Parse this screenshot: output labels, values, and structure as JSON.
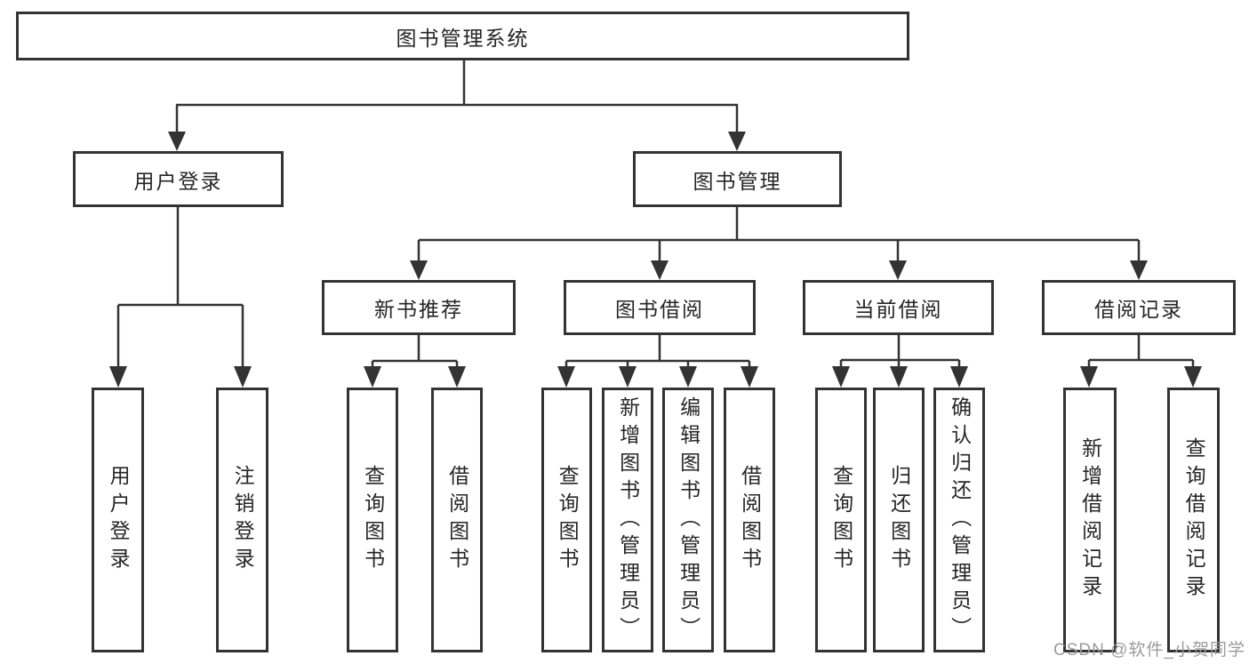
{
  "diagram_title": "图书管理系统",
  "nodes": {
    "root": {
      "label": "图书管理系统"
    },
    "user_login": {
      "label": "用户登录"
    },
    "book_mgmt": {
      "label": "图书管理"
    },
    "new_book_rec": {
      "label": "新书推荐"
    },
    "book_borrow": {
      "label": "图书借阅"
    },
    "current_borrow": {
      "label": "当前借阅"
    },
    "borrow_records": {
      "label": "借阅记录"
    },
    "leaf_user_login": {
      "label": "用户登录"
    },
    "leaf_logout": {
      "label": "注销登录"
    },
    "leaf_query_book_1": {
      "label": "查询图书"
    },
    "leaf_borrow_book_1": {
      "label": "借阅图书"
    },
    "leaf_query_book_2": {
      "label": "查询图书"
    },
    "leaf_add_book": {
      "label": "新增图书（管理员）"
    },
    "leaf_edit_book": {
      "label": "编辑图书（管理员）"
    },
    "leaf_borrow_book_2": {
      "label": "借阅图书"
    },
    "leaf_query_book_3": {
      "label": "查询图书"
    },
    "leaf_return_book": {
      "label": "归还图书"
    },
    "leaf_confirm_return": {
      "label": "确认归还（管理员）"
    },
    "leaf_add_record": {
      "label": "新增借阅记录"
    },
    "leaf_query_record": {
      "label": "查询借阅记录"
    }
  },
  "tree": {
    "label": "图书管理系统",
    "children": [
      {
        "label": "用户登录",
        "children": [
          {
            "label": "用户登录"
          },
          {
            "label": "注销登录"
          }
        ]
      },
      {
        "label": "图书管理",
        "children": [
          {
            "label": "新书推荐",
            "children": [
              {
                "label": "查询图书"
              },
              {
                "label": "借阅图书"
              }
            ]
          },
          {
            "label": "图书借阅",
            "children": [
              {
                "label": "查询图书"
              },
              {
                "label": "新增图书（管理员）"
              },
              {
                "label": "编辑图书（管理员）"
              },
              {
                "label": "借阅图书"
              }
            ]
          },
          {
            "label": "当前借阅",
            "children": [
              {
                "label": "查询图书"
              },
              {
                "label": "归还图书"
              },
              {
                "label": "确认归还（管理员）"
              }
            ]
          },
          {
            "label": "借阅记录",
            "children": [
              {
                "label": "新增借阅记录"
              },
              {
                "label": "查询借阅记录"
              }
            ]
          }
        ]
      }
    ]
  },
  "watermark": "CSDN @软件_小贺同学",
  "colors": {
    "line": "#333333",
    "text": "#262626",
    "watermark": "#9b9b9b",
    "background": "#ffffff"
  }
}
